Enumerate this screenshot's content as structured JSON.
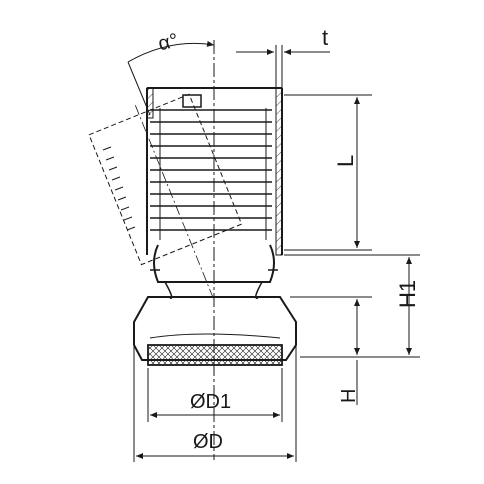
{
  "labels": {
    "angle": "α°",
    "thickness": "t",
    "length": "L",
    "height_total": "H1",
    "height": "H",
    "diameter_inner": "ØD1",
    "diameter_outer": "ØD"
  },
  "colors": {
    "line": "#1a1a1a",
    "background": "#ffffff"
  }
}
